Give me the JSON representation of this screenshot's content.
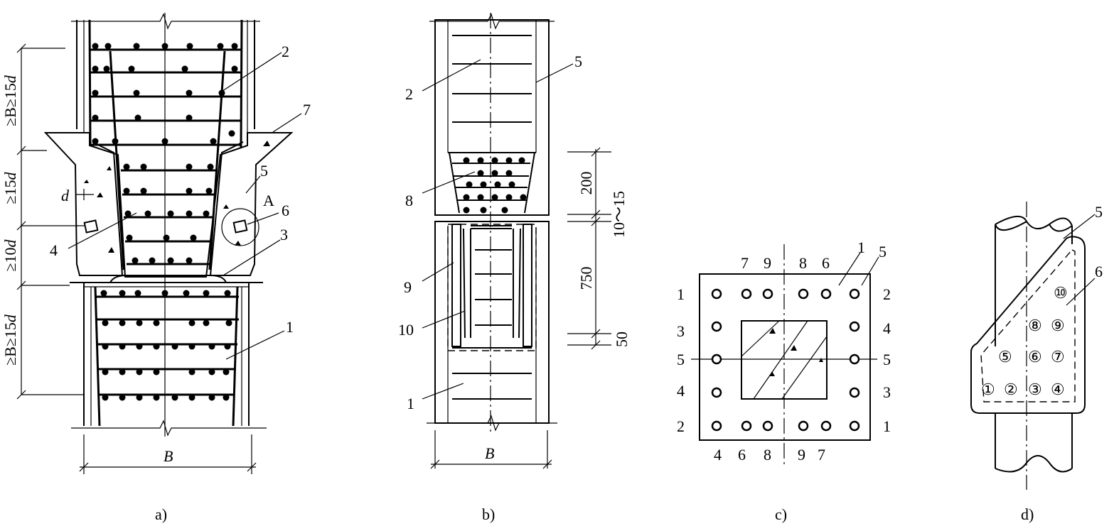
{
  "captions": {
    "a": "a)",
    "b": "b)",
    "c": "c)",
    "d": "d)"
  },
  "fig_a": {
    "dims": [
      {
        "id": "top",
        "segments": [
          {
            "text": "≥B≥15"
          },
          {
            "text": "d",
            "italic": true
          }
        ]
      },
      {
        "id": "mid1",
        "segments": [
          {
            "text": "≥15"
          },
          {
            "text": "d",
            "italic": true
          }
        ]
      },
      {
        "id": "mid2",
        "segments": [
          {
            "text": "≥10"
          },
          {
            "text": "d",
            "italic": true
          }
        ]
      },
      {
        "id": "bot",
        "segments": [
          {
            "text": "≥B≥15"
          },
          {
            "text": "d",
            "italic": true
          }
        ]
      }
    ],
    "width_label": "B",
    "d_label": "d",
    "detail_label": "A",
    "callouts": [
      "1",
      "2",
      "3",
      "4",
      "5",
      "6",
      "7"
    ]
  },
  "fig_b": {
    "dims": [
      "200",
      "10～15",
      "750",
      "50"
    ],
    "width_label": "B",
    "callouts": [
      "1",
      "2",
      "5",
      "8",
      "9",
      "10"
    ]
  },
  "fig_c": {
    "top_labels": [
      "7",
      "9",
      "8",
      "6"
    ],
    "bottom_labels": [
      "4",
      "6",
      "8",
      "9",
      "7"
    ],
    "left_labels": [
      "1",
      "3",
      "5",
      "4",
      "2"
    ],
    "right_labels": [
      "2",
      "4",
      "5",
      "3",
      "1"
    ],
    "callouts": [
      "1",
      "5"
    ]
  },
  "fig_d": {
    "order": [
      "①",
      "②",
      "③",
      "④",
      "⑤",
      "⑥",
      "⑦",
      "⑧",
      "⑨",
      "⑩"
    ],
    "callouts": [
      "5",
      "6"
    ]
  }
}
